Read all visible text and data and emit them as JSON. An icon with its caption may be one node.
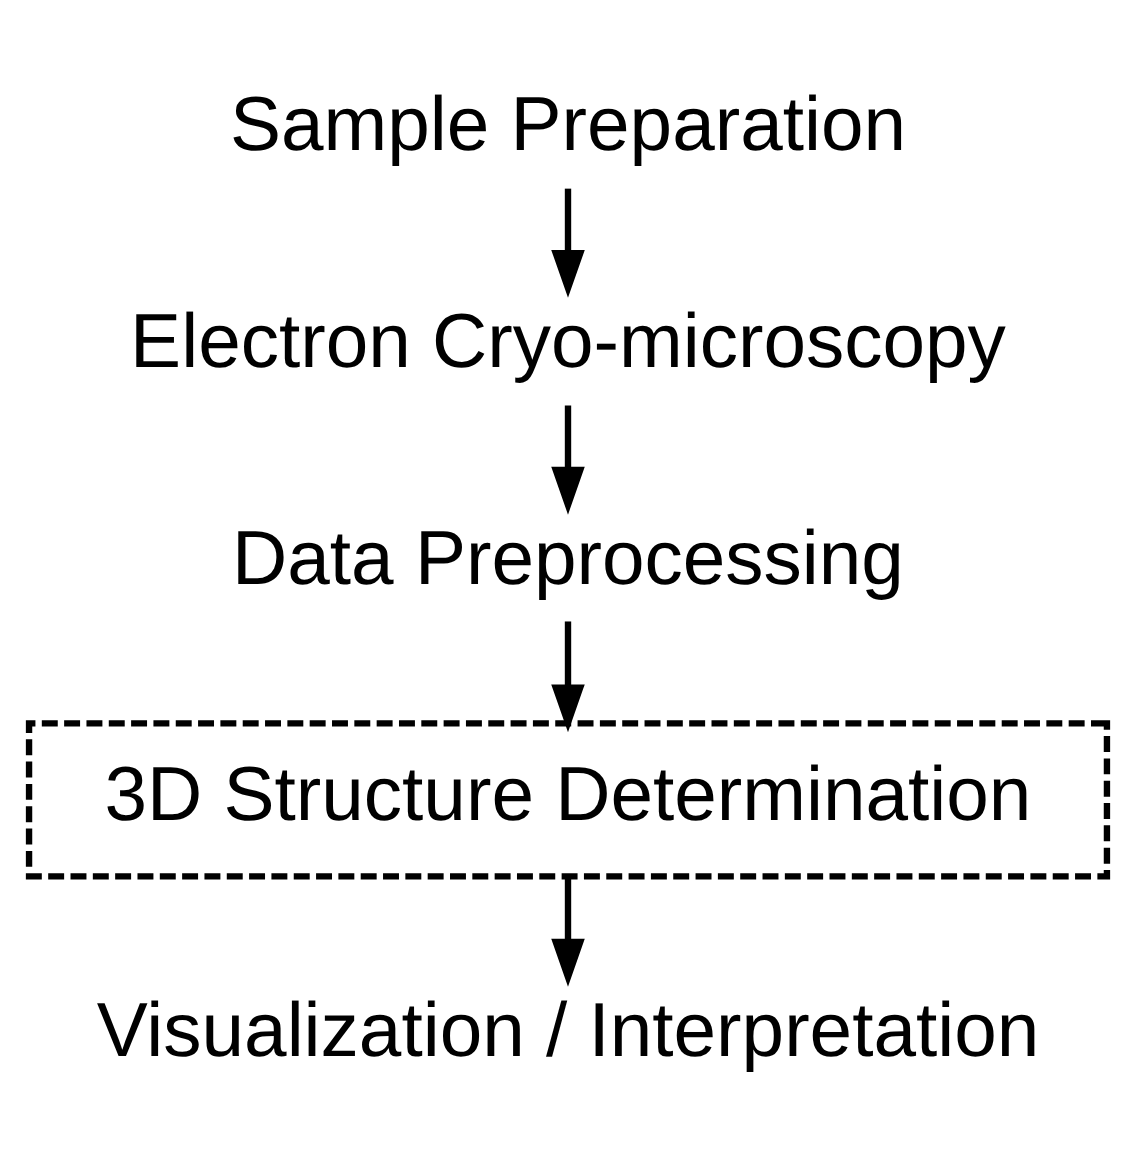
{
  "diagram": {
    "nodes": [
      {
        "text": [
          "Sample Preparation"
        ]
      },
      {
        "text": [
          "Electron Cryo-microscopy"
        ]
      },
      {
        "text": [
          "Data Preprocessing"
        ]
      },
      {
        "text": [
          "3D Structure Determination"
        ]
      },
      {
        "text": [
          "Visualization / Interpretation"
        ]
      }
    ],
    "edges": [
      {
        "from": 0,
        "to": 1,
        "arrow": "to"
      },
      {
        "from": 1,
        "to": 2,
        "arrow": "to"
      },
      {
        "from": 2,
        "to": 3,
        "arrow": "to"
      },
      {
        "from": 3,
        "to": 4,
        "arrow": "to"
      }
    ]
  }
}
